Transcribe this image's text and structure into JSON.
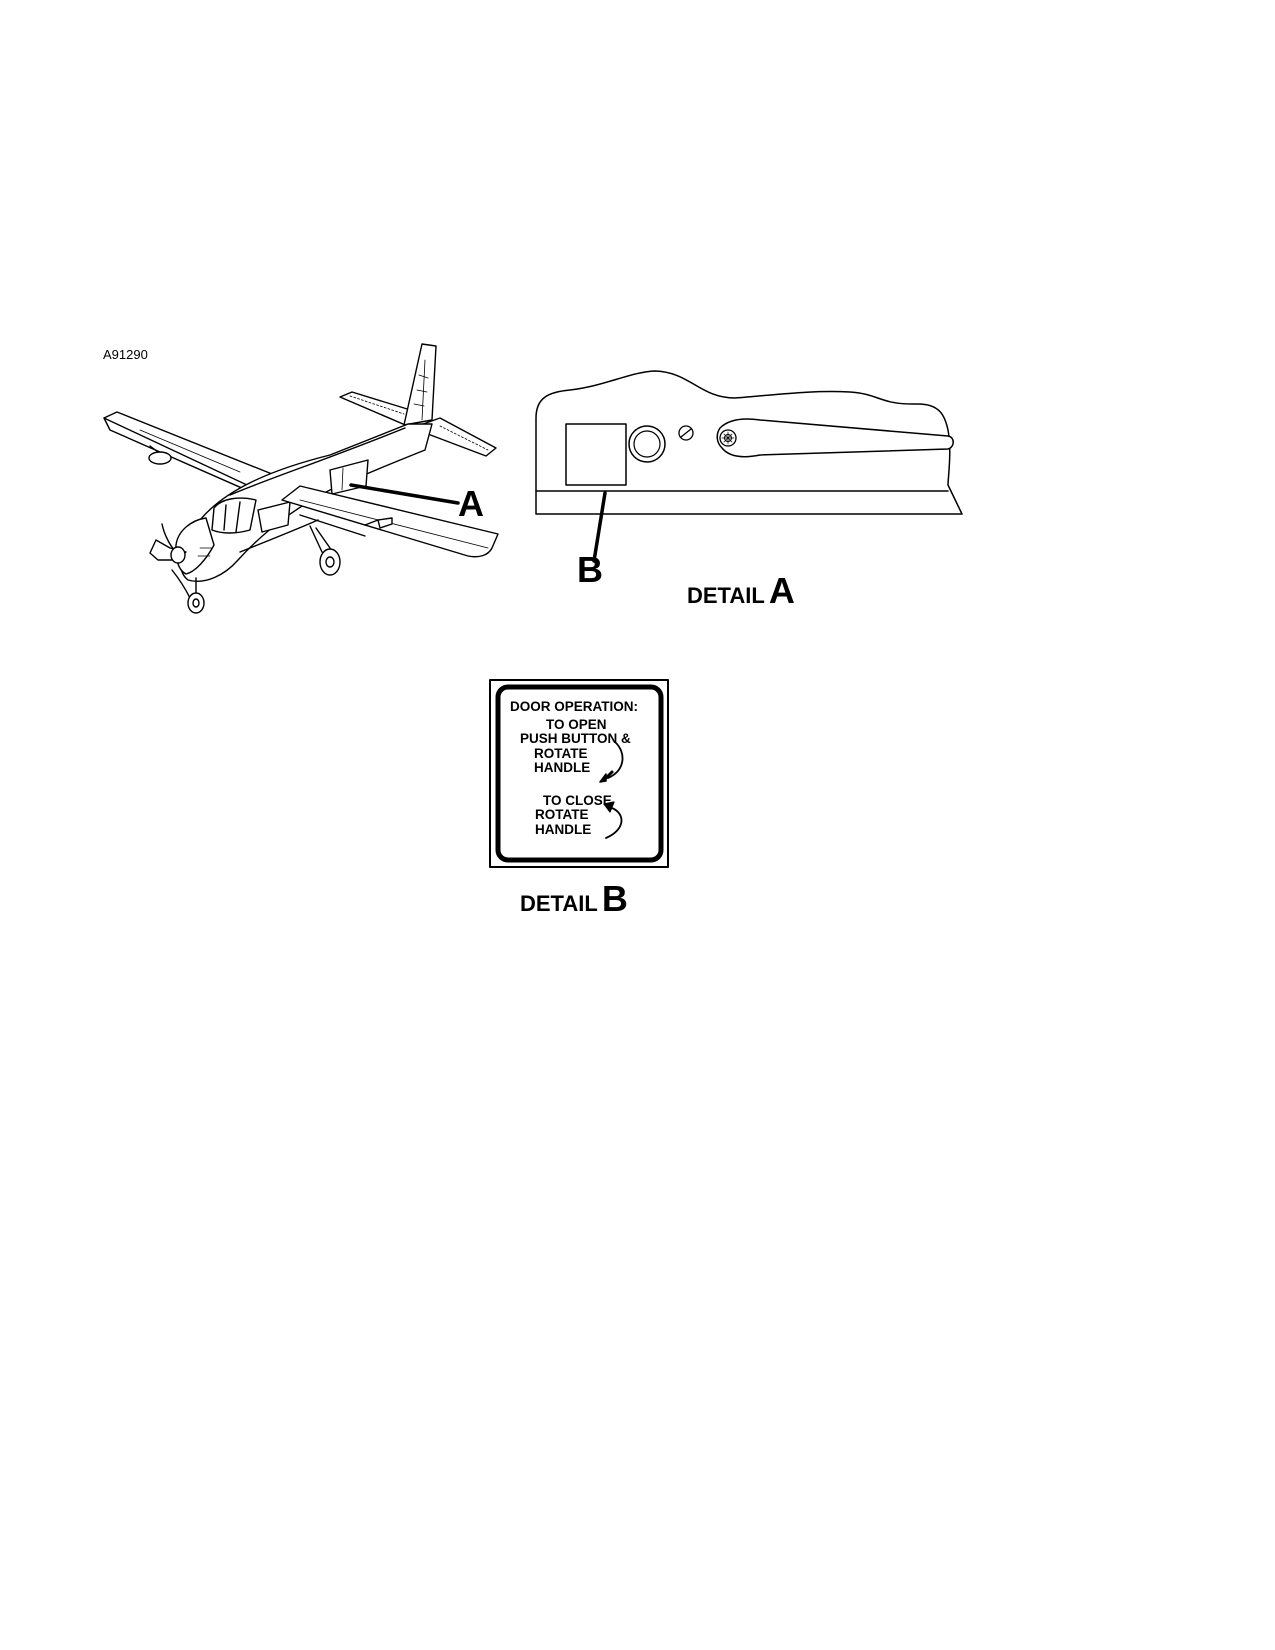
{
  "figure_id": "A91290",
  "callouts": {
    "a": "A",
    "b": "B"
  },
  "detail_a": {
    "word": "DETAIL",
    "letter": "A"
  },
  "detail_b": {
    "word": "DETAIL",
    "letter": "B"
  },
  "placard": {
    "title": "DOOR OPERATION:",
    "open_heading": "TO OPEN",
    "open_line1": "PUSH BUTTON &",
    "open_line2": "ROTATE",
    "open_line3": "HANDLE",
    "close_heading": "TO CLOSE",
    "close_line1": "ROTATE",
    "close_line2": "HANDLE"
  }
}
